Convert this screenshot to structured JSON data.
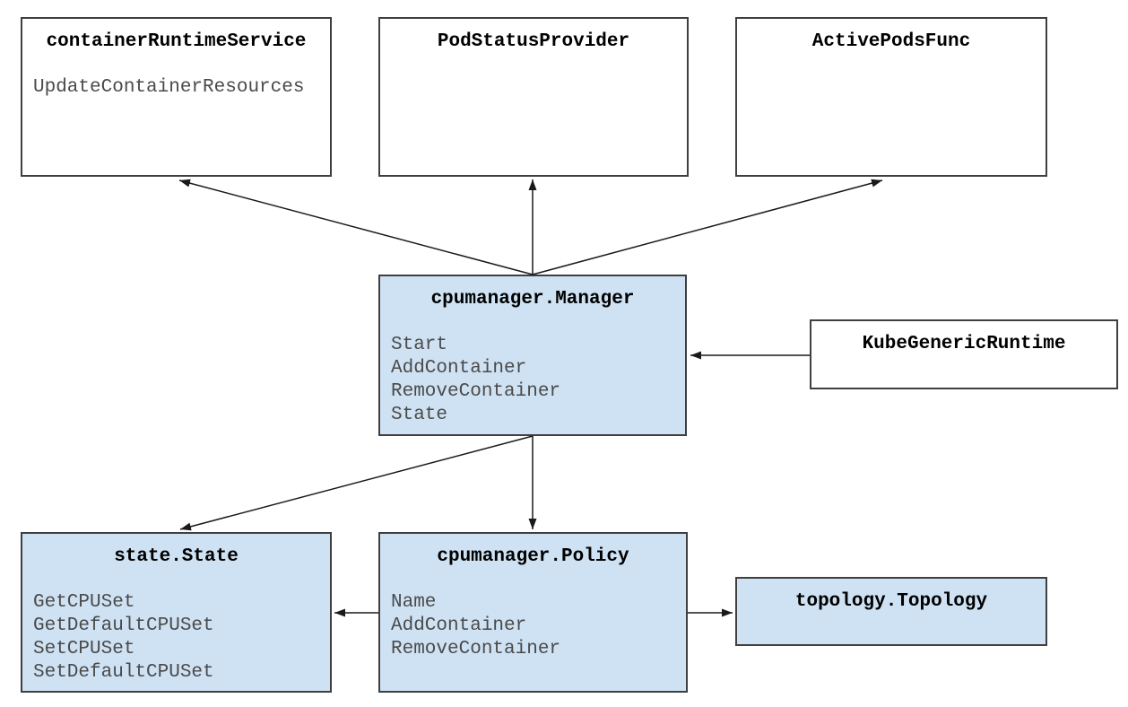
{
  "diagram": {
    "nodes": {
      "container_runtime_service": {
        "title": "containerRuntimeService",
        "methods": [
          "UpdateContainerResources"
        ],
        "fill": "#ffffff"
      },
      "pod_status_provider": {
        "title": "PodStatusProvider",
        "methods": [],
        "fill": "#ffffff"
      },
      "active_pods_func": {
        "title": "ActivePodsFunc",
        "methods": [],
        "fill": "#ffffff"
      },
      "cpumanager_manager": {
        "title": "cpumanager.Manager",
        "methods": [
          "Start",
          "AddContainer",
          "RemoveContainer",
          "State"
        ],
        "fill": "#cfe2f3"
      },
      "kube_generic_runtime": {
        "title": "KubeGenericRuntime",
        "methods": [],
        "fill": "#ffffff"
      },
      "state_state": {
        "title": "state.State",
        "methods": [
          "GetCPUSet",
          "GetDefaultCPUSet",
          "SetCPUSet",
          "SetDefaultCPUSet"
        ],
        "fill": "#cfe2f3"
      },
      "cpumanager_policy": {
        "title": "cpumanager.Policy",
        "methods": [
          "Name",
          "AddContainer",
          "RemoveContainer"
        ],
        "fill": "#cfe2f3"
      },
      "topology_topology": {
        "title": "topology.Topology",
        "methods": [],
        "fill": "#cfe2f3"
      }
    },
    "edges": [
      {
        "from": "cpumanager_manager",
        "to": "container_runtime_service"
      },
      {
        "from": "cpumanager_manager",
        "to": "pod_status_provider"
      },
      {
        "from": "cpumanager_manager",
        "to": "active_pods_func"
      },
      {
        "from": "kube_generic_runtime",
        "to": "cpumanager_manager"
      },
      {
        "from": "cpumanager_manager",
        "to": "state_state"
      },
      {
        "from": "cpumanager_manager",
        "to": "cpumanager_policy"
      },
      {
        "from": "cpumanager_policy",
        "to": "state_state"
      },
      {
        "from": "cpumanager_policy",
        "to": "topology_topology"
      }
    ],
    "colors": {
      "node_fill_blue": "#cfe2f3",
      "node_fill_white": "#ffffff",
      "node_border": "#3f3f3f",
      "title_text": "#000000",
      "method_text": "#4a4a4a",
      "arrow": "#1a1a1a"
    }
  }
}
